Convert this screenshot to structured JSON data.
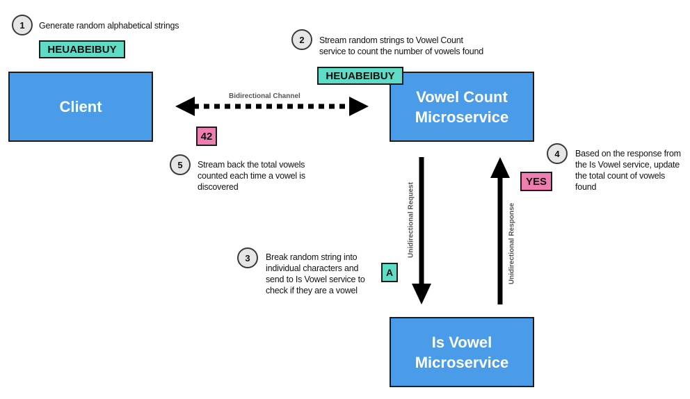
{
  "steps": [
    {
      "number": "1",
      "text": "Generate random alphabetical strings"
    },
    {
      "number": "2",
      "text_line1": "Stream random strings to Vowel Count",
      "text_line2": "service to count the number of vowels found"
    },
    {
      "number": "3",
      "text_line1": "Break random string into",
      "text_line2": "individual characters and",
      "text_line3": "send to Is Vowel service to",
      "text_line4": "check if they are a vowel"
    },
    {
      "number": "4",
      "text_line1": "Based on the response from",
      "text_line2": "the Is Vowel service, update",
      "text_line3": "the total count of vowels",
      "text_line4": "found"
    },
    {
      "number": "5",
      "text_line1": "Stream back the total vowels",
      "text_line2": "counted each time a vowel is",
      "text_line3": "discovered"
    }
  ],
  "nodes": {
    "client": {
      "label": "Client"
    },
    "vowel_count": {
      "line1": "Vowel Count",
      "line2": "Microservice"
    },
    "is_vowel": {
      "line1": "Is Vowel",
      "line2": "Microservice"
    }
  },
  "tags": {
    "string_at_client": "HEUABEIBUY",
    "string_at_service": "HEUABEIBUY",
    "count": "42",
    "character": "A",
    "response": "YES"
  },
  "edges": {
    "bidirectional": "Bidirectional Channel",
    "request": "Unidirectional Request",
    "response": "Unidirectional Response"
  },
  "colors": {
    "service_box": "#4a9be8",
    "tag_teal": "#5fdcc6",
    "tag_pink": "#ef7eb0",
    "arrow": "#000000"
  }
}
